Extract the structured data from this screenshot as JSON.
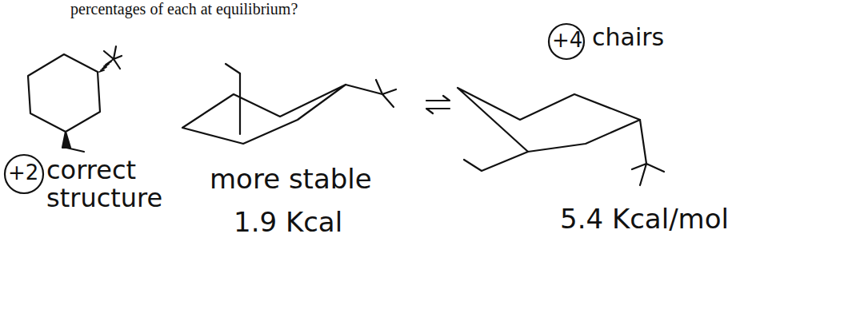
{
  "diagram": {
    "labels": [
      "percentages of each at equilibrium?",
      "+4",
      "chairs",
      "+2",
      "correct structure",
      "more stable",
      "1.9 Kcal",
      "5.4 Kcal/mol"
    ]
  }
}
